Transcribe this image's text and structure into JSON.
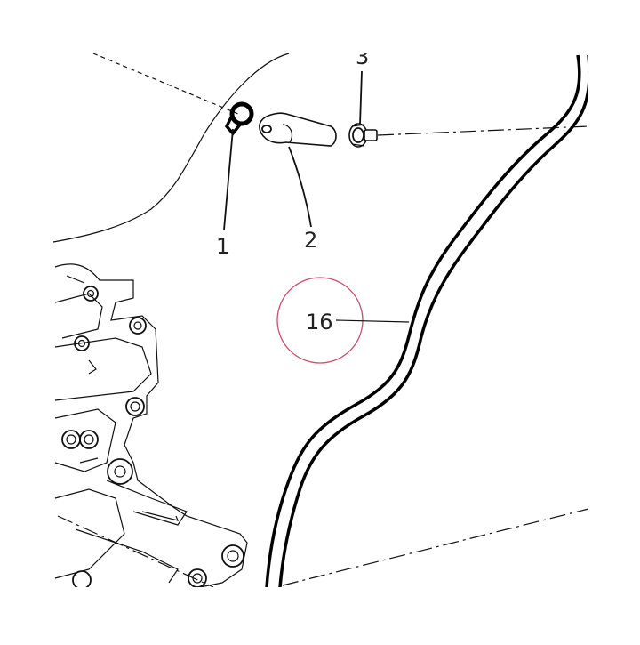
{
  "callouts": [
    {
      "id": "1",
      "label": "1"
    },
    {
      "id": "2",
      "label": "2"
    },
    {
      "id": "3",
      "label": "3"
    },
    {
      "id": "16",
      "label": "16"
    }
  ],
  "colors": {
    "line": "#111111",
    "highlight_circle": "#c8506a",
    "background": "#ffffff"
  }
}
